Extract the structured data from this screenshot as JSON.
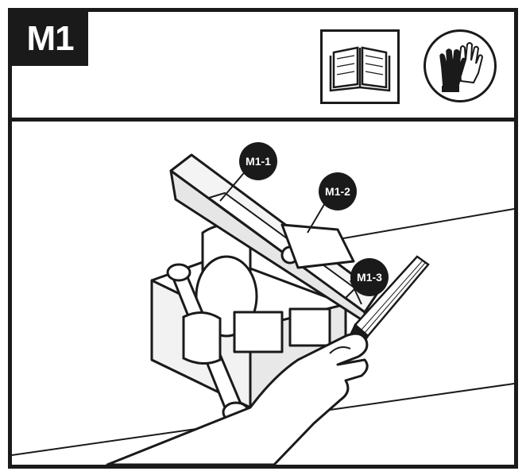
{
  "step": {
    "badge": "M1"
  },
  "icons": {
    "manual": "open-book-icon",
    "gloves": "protective-gloves-icon"
  },
  "callouts": [
    {
      "label": "M1-1"
    },
    {
      "label": "M1-2"
    },
    {
      "label": "M1-3"
    }
  ],
  "colors": {
    "ink": "#1a1a1a",
    "paper": "#ffffff",
    "shade": "#e8e8e8"
  }
}
